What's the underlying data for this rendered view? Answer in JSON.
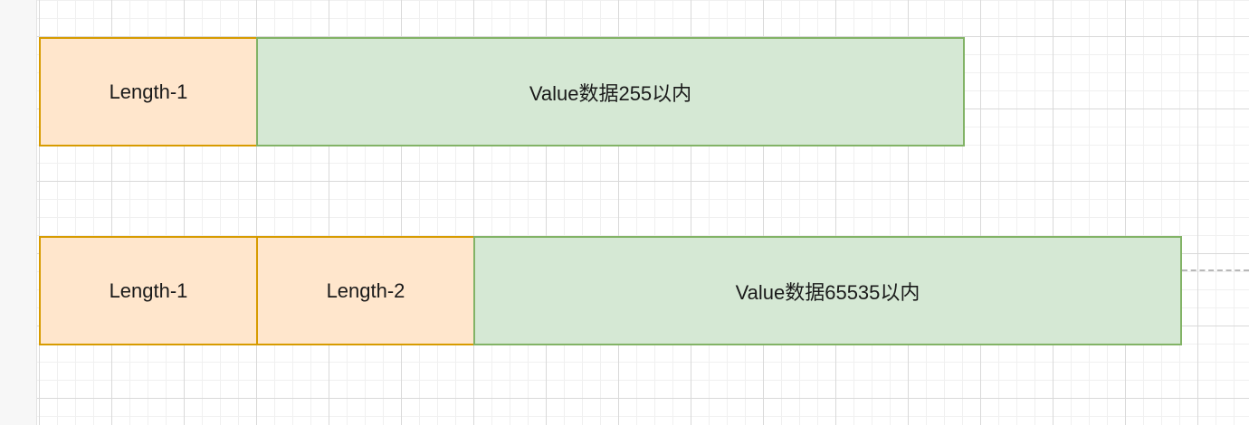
{
  "row1": {
    "length1": "Length-1",
    "value": "Value数据255以内"
  },
  "row2": {
    "length1": "Length-1",
    "length2": "Length-2",
    "value": "Value数据65535以内"
  },
  "colors": {
    "length_fill": "#ffe6cc",
    "length_stroke": "#d79b00",
    "value_fill": "#d5e8d4",
    "value_stroke": "#82b366"
  }
}
